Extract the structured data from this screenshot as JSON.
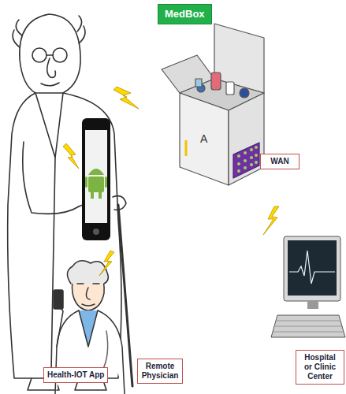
{
  "diagram": {
    "nodes": [
      {
        "text": [
          "MedBox"
        ]
      },
      {
        "text": [
          "WAN"
        ]
      },
      {
        "text": [
          "Health-IOT App"
        ]
      },
      {
        "text": [
          "Remote Physician"
        ]
      },
      {
        "text": [
          "Hospital or Clinic Center"
        ]
      }
    ],
    "labels": [
      "A"
    ]
  }
}
